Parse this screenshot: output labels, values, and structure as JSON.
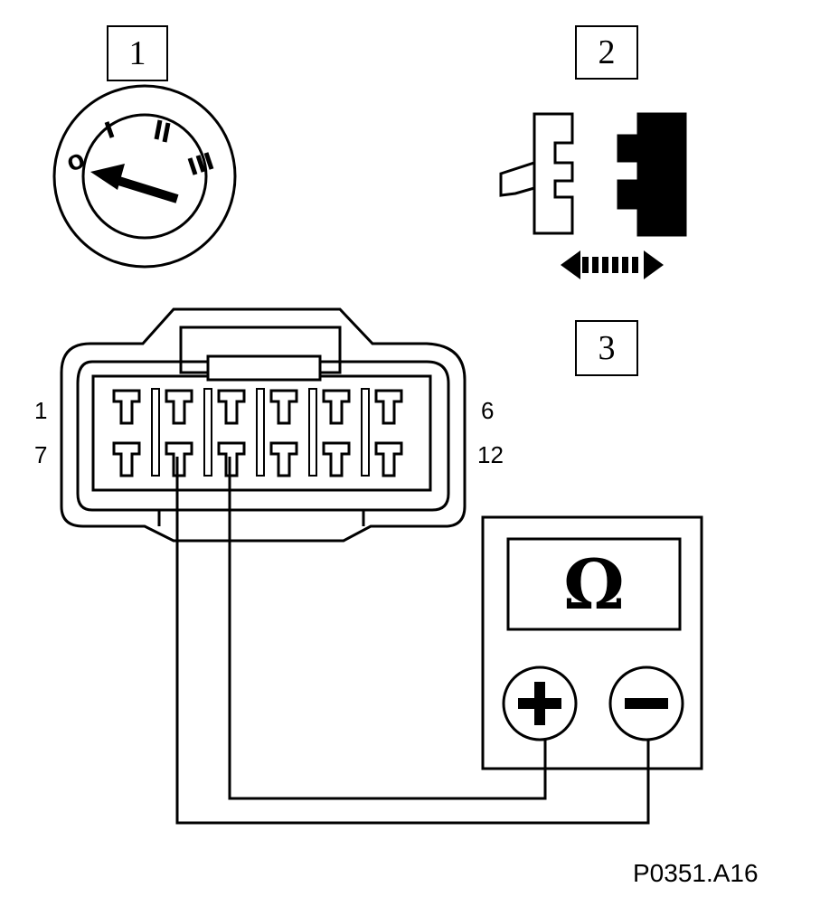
{
  "callouts": {
    "ignition": "1",
    "connector_disconnect": "2",
    "connector": "3"
  },
  "ignition_positions": [
    "0",
    "I",
    "II",
    "III"
  ],
  "connector_pins": {
    "top_left": "1",
    "top_right": "6",
    "bottom_left": "7",
    "bottom_right": "12"
  },
  "meter": {
    "symbol": "Ω",
    "positive_icon": "plus-icon",
    "negative_icon": "minus-icon"
  },
  "reference": "P0351.A16"
}
